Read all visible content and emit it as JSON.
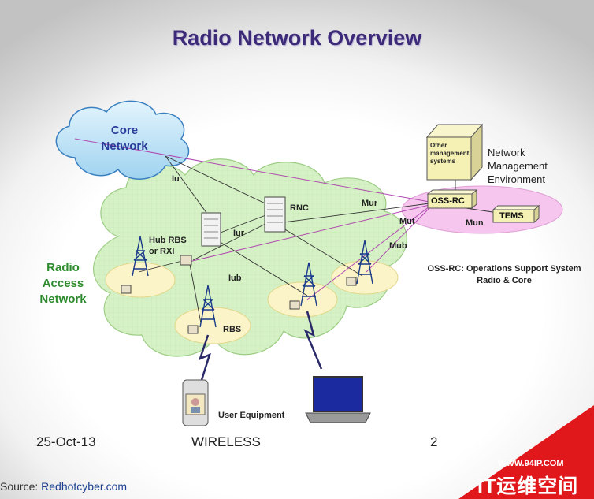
{
  "title": "Radio Network Overview",
  "core_network": {
    "line1": "Core",
    "line2": "Network"
  },
  "radio_access_network": {
    "line1": "Radio",
    "line2": "Access",
    "line3": "Network"
  },
  "interfaces": {
    "iu": "Iu",
    "iur": "Iur",
    "iub": "Iub",
    "mur": "Mur",
    "mut": "Mut",
    "mun": "Mun",
    "mub": "Mub"
  },
  "nodes": {
    "rnc": "RNC",
    "hub_rbs_line1": "Hub RBS",
    "hub_rbs_line2": "or RXI",
    "rbs": "RBS",
    "oss_rc": "OSS-RC",
    "tems": "TEMS",
    "user_equipment": "User Equipment"
  },
  "other_mgmt": {
    "line1": "Other",
    "line2": "management",
    "line3": "systems"
  },
  "network_management": {
    "line1": "Network",
    "line2": "Management",
    "line3": "Environment"
  },
  "oss_note": {
    "line1": "OSS-RC: Operations Support System",
    "line2": "Radio & Core"
  },
  "footer": {
    "date": "25-Oct-13",
    "center": "WIRELESS",
    "page": "2"
  },
  "source": {
    "prefix": "Source: ",
    "name": "Redhotcyber.com"
  },
  "watermark": {
    "url": "WWW.94IP.COM",
    "brand": "IT运维空间"
  },
  "colors": {
    "title": "#3c2a78",
    "core_text": "#2a3c9a",
    "ran_text": "#2e8b2e",
    "cloud_green": "#d8f2c8",
    "cloud_blue": "#b8dff5",
    "oss_ellipse": "#f4c2ec",
    "box_yellow": "#f5f0b4",
    "watermark_red": "#e0181c"
  }
}
